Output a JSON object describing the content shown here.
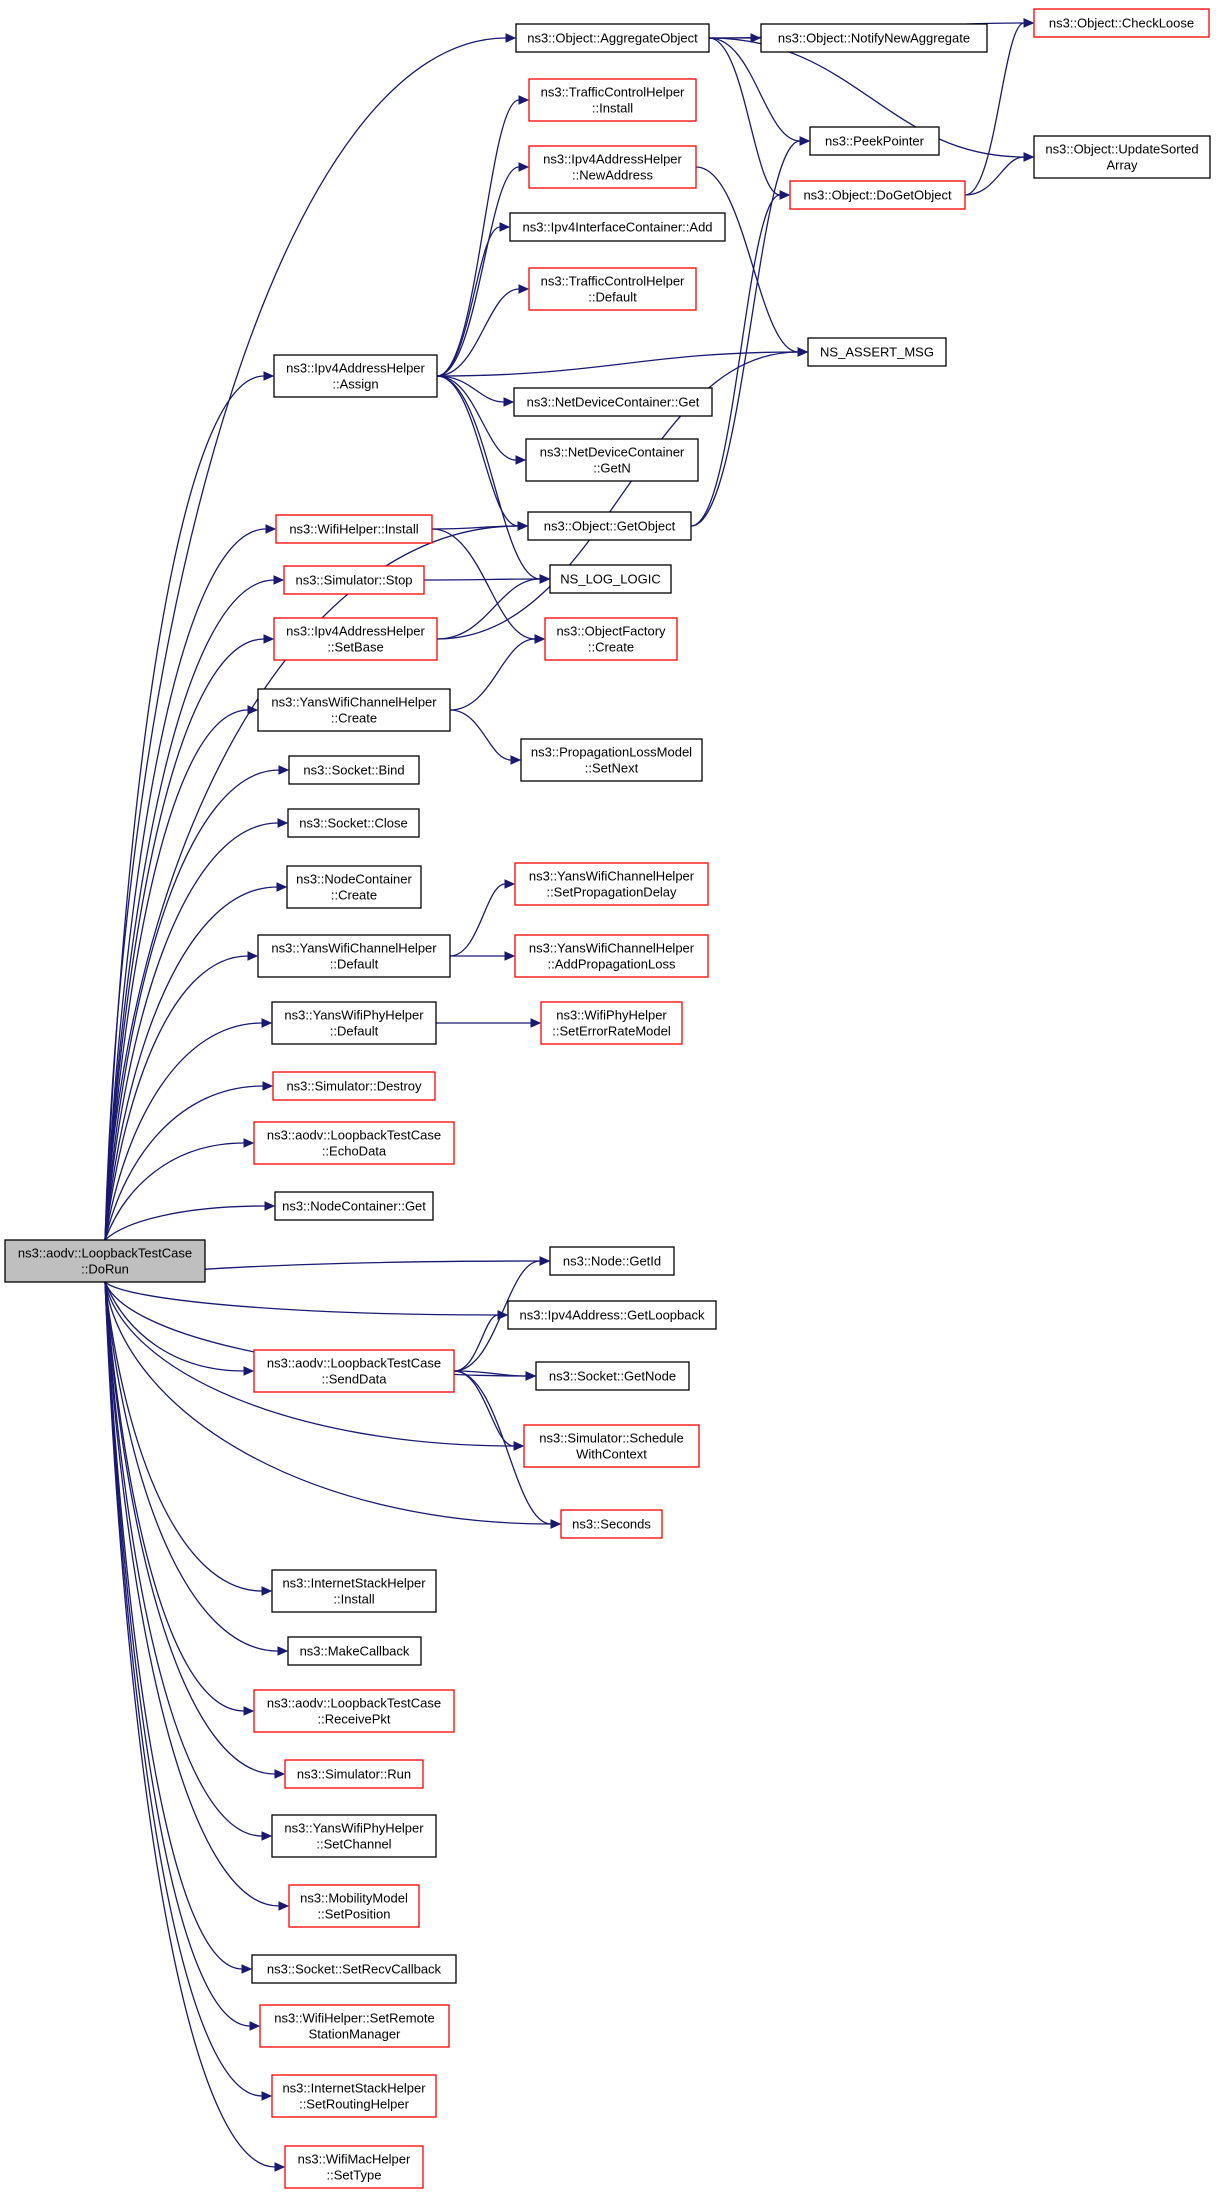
{
  "graph": {
    "edge_color": "#191970",
    "unlinked_border_color": "#ff0000",
    "root_fill": "#bfbfbf",
    "nodes": [
      {
        "id": "dorun",
        "lines": [
          "ns3::aodv::LoopbackTestCase",
          "::DoRun"
        ],
        "red": false,
        "root": true
      },
      {
        "id": "aggregate",
        "lines": [
          "ns3::Object::AggregateObject"
        ],
        "red": false
      },
      {
        "id": "notify",
        "lines": [
          "ns3::Object::NotifyNewAggregate"
        ],
        "red": false
      },
      {
        "id": "checkloose",
        "lines": [
          "ns3::Object::CheckLoose"
        ],
        "red": true
      },
      {
        "id": "tch_install",
        "lines": [
          "ns3::TrafficControlHelper",
          "::Install"
        ],
        "red": true
      },
      {
        "id": "peek",
        "lines": [
          "ns3::PeekPointer"
        ],
        "red": false
      },
      {
        "id": "updatesorted",
        "lines": [
          "ns3::Object::UpdateSorted",
          "Array"
        ],
        "red": false
      },
      {
        "id": "newaddress",
        "lines": [
          "ns3::Ipv4AddressHelper",
          "::NewAddress"
        ],
        "red": true
      },
      {
        "id": "dogetobject",
        "lines": [
          "ns3::Object::DoGetObject"
        ],
        "red": true
      },
      {
        "id": "ipv4ic_add",
        "lines": [
          "ns3::Ipv4InterfaceContainer::Add"
        ],
        "red": false
      },
      {
        "id": "tch_default",
        "lines": [
          "ns3::TrafficControlHelper",
          "::Default"
        ],
        "red": true
      },
      {
        "id": "assign",
        "lines": [
          "ns3::Ipv4AddressHelper",
          "::Assign"
        ],
        "red": false
      },
      {
        "id": "nsassert",
        "lines": [
          "NS_ASSERT_MSG"
        ],
        "red": false
      },
      {
        "id": "ndc_get",
        "lines": [
          "ns3::NetDeviceContainer::Get"
        ],
        "red": false
      },
      {
        "id": "ndc_getn",
        "lines": [
          "ns3::NetDeviceContainer",
          "::GetN"
        ],
        "red": false
      },
      {
        "id": "wifi_install",
        "lines": [
          "ns3::WifiHelper::Install"
        ],
        "red": true
      },
      {
        "id": "getobject",
        "lines": [
          "ns3::Object::GetObject"
        ],
        "red": false
      },
      {
        "id": "sim_stop",
        "lines": [
          "ns3::Simulator::Stop"
        ],
        "red": true
      },
      {
        "id": "nslog",
        "lines": [
          "NS_LOG_LOGIC"
        ],
        "red": false
      },
      {
        "id": "setbase",
        "lines": [
          "ns3::Ipv4AddressHelper",
          "::SetBase"
        ],
        "red": true
      },
      {
        "id": "objfactory",
        "lines": [
          "ns3::ObjectFactory",
          "::Create"
        ],
        "red": true
      },
      {
        "id": "ywch_create",
        "lines": [
          "ns3::YansWifiChannelHelper",
          "::Create"
        ],
        "red": false
      },
      {
        "id": "plm_setnext",
        "lines": [
          "ns3::PropagationLossModel",
          "::SetNext"
        ],
        "red": false
      },
      {
        "id": "sock_bind",
        "lines": [
          "ns3::Socket::Bind"
        ],
        "red": false
      },
      {
        "id": "sock_close",
        "lines": [
          "ns3::Socket::Close"
        ],
        "red": false
      },
      {
        "id": "nc_create",
        "lines": [
          "ns3::NodeContainer",
          "::Create"
        ],
        "red": false
      },
      {
        "id": "ywch_setpd",
        "lines": [
          "ns3::YansWifiChannelHelper",
          "::SetPropagationDelay"
        ],
        "red": true
      },
      {
        "id": "ywch_default",
        "lines": [
          "ns3::YansWifiChannelHelper",
          "::Default"
        ],
        "red": false
      },
      {
        "id": "ywch_addpl",
        "lines": [
          "ns3::YansWifiChannelHelper",
          "::AddPropagationLoss"
        ],
        "red": true
      },
      {
        "id": "ywph_default",
        "lines": [
          "ns3::YansWifiPhyHelper",
          "::Default"
        ],
        "red": false
      },
      {
        "id": "wph_seterm",
        "lines": [
          "ns3::WifiPhyHelper",
          "::SetErrorRateModel"
        ],
        "red": true
      },
      {
        "id": "sim_destroy",
        "lines": [
          "ns3::Simulator::Destroy"
        ],
        "red": true
      },
      {
        "id": "echodata",
        "lines": [
          "ns3::aodv::LoopbackTestCase",
          "::EchoData"
        ],
        "red": true
      },
      {
        "id": "nc_get",
        "lines": [
          "ns3::NodeContainer::Get"
        ],
        "red": false
      },
      {
        "id": "node_getid",
        "lines": [
          "ns3::Node::GetId"
        ],
        "red": false
      },
      {
        "id": "ipv4_getlb",
        "lines": [
          "ns3::Ipv4Address::GetLoopback"
        ],
        "red": false
      },
      {
        "id": "senddata",
        "lines": [
          "ns3::aodv::LoopbackTestCase",
          "::SendData"
        ],
        "red": true
      },
      {
        "id": "sock_getnode",
        "lines": [
          "ns3::Socket::GetNode"
        ],
        "red": false
      },
      {
        "id": "sim_swc",
        "lines": [
          "ns3::Simulator::Schedule",
          "WithContext"
        ],
        "red": true
      },
      {
        "id": "seconds",
        "lines": [
          "ns3::Seconds"
        ],
        "red": true
      },
      {
        "id": "ish_install",
        "lines": [
          "ns3::InternetStackHelper",
          "::Install"
        ],
        "red": false
      },
      {
        "id": "makecallback",
        "lines": [
          "ns3::MakeCallback"
        ],
        "red": false
      },
      {
        "id": "receivepkt",
        "lines": [
          "ns3::aodv::LoopbackTestCase",
          "::ReceivePkt"
        ],
        "red": true
      },
      {
        "id": "sim_run",
        "lines": [
          "ns3::Simulator::Run"
        ],
        "red": true
      },
      {
        "id": "ywph_setch",
        "lines": [
          "ns3::YansWifiPhyHelper",
          "::SetChannel"
        ],
        "red": false
      },
      {
        "id": "mm_setpos",
        "lines": [
          "ns3::MobilityModel",
          "::SetPosition"
        ],
        "red": true
      },
      {
        "id": "sock_setrecv",
        "lines": [
          "ns3::Socket::SetRecvCallback"
        ],
        "red": false
      },
      {
        "id": "wh_setrsm",
        "lines": [
          "ns3::WifiHelper::SetRemote",
          "StationManager"
        ],
        "red": true
      },
      {
        "id": "ish_setrh",
        "lines": [
          "ns3::InternetStackHelper",
          "::SetRoutingHelper"
        ],
        "red": true
      },
      {
        "id": "wmh_settype",
        "lines": [
          "ns3::WifiMacHelper",
          "::SetType"
        ],
        "red": true
      }
    ]
  }
}
